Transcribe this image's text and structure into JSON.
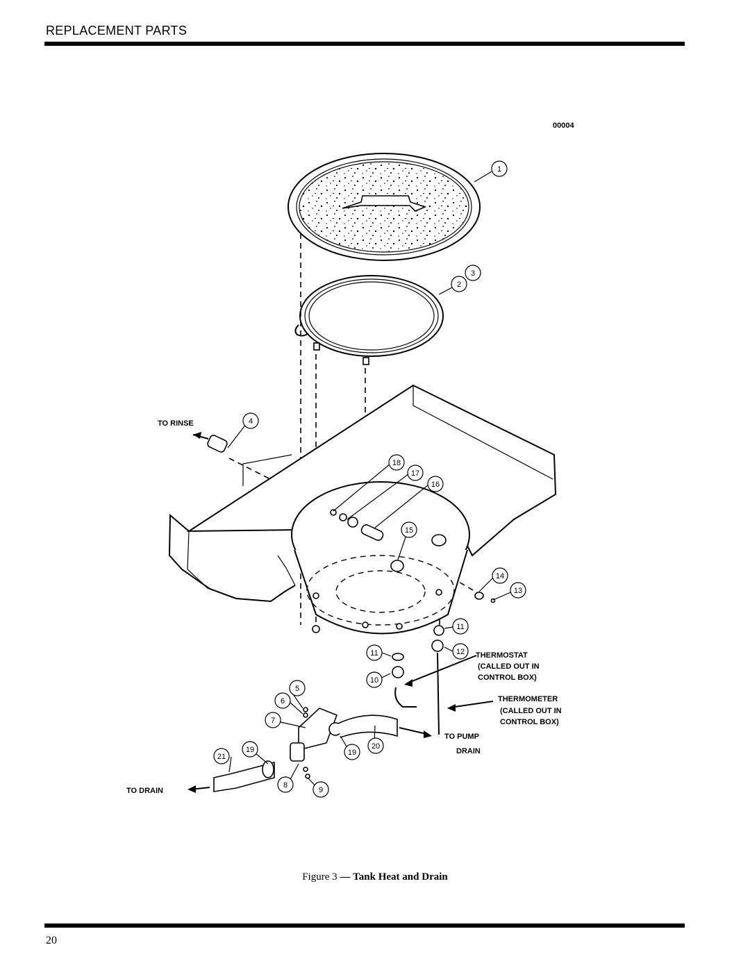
{
  "header": {
    "section_title": "REPLACEMENT PARTS"
  },
  "figure": {
    "drawing_id": "00004",
    "caption_prefix": "Figure 3",
    "caption_dash": "—",
    "caption_title": "Tank Heat and Drain",
    "callouts": [
      "1",
      "2",
      "3",
      "4",
      "5",
      "6",
      "7",
      "8",
      "9",
      "10",
      "11",
      "11",
      "12",
      "13",
      "14",
      "15",
      "16",
      "17",
      "18",
      "19",
      "19",
      "20",
      "21"
    ],
    "labels": {
      "to_rinse": "TO RINSE",
      "to_drain": "TO DRAIN",
      "to_pump_drain_1": "TO PUMP",
      "to_pump_drain_2": "DRAIN",
      "thermostat_1": "THERMOSTAT",
      "thermostat_2": "(CALLED OUT IN",
      "thermostat_3": "CONTROL BOX)",
      "thermometer_1": "THERMOMETER",
      "thermometer_2": "(CALLED OUT IN",
      "thermometer_3": "CONTROL BOX)"
    }
  },
  "footer": {
    "page_number": "20"
  }
}
